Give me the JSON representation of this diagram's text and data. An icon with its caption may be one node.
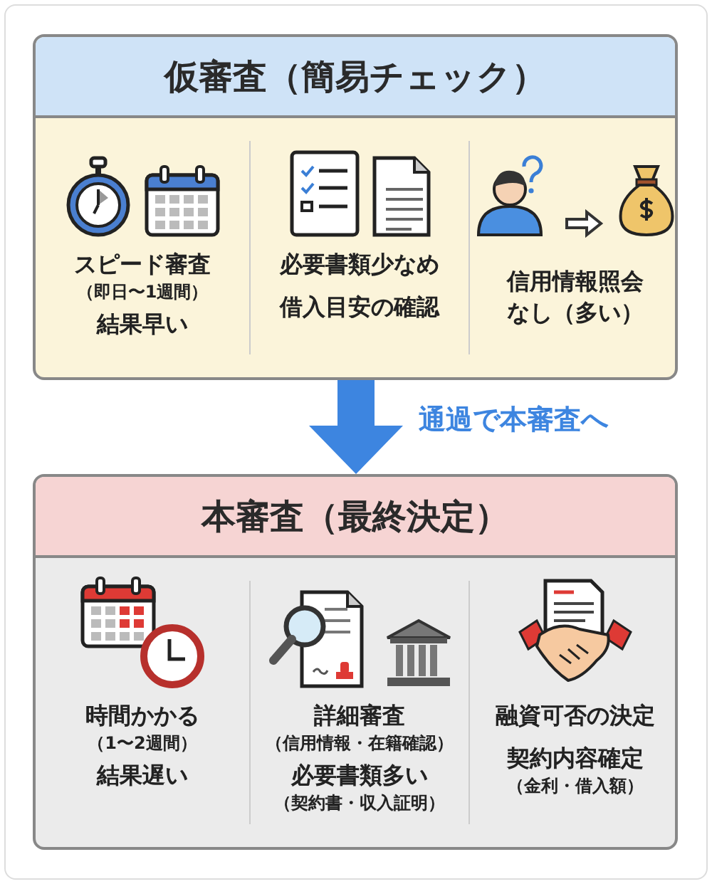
{
  "diagram": {
    "nodes": [
      {
        "text": [
          "仮審査（簡易チェック）"
        ]
      },
      {
        "text": [
          "スピード審査",
          "（即日〜1週間）",
          "結果早い"
        ],
        "in": 0
      },
      {
        "text": [
          "必要書類少なめ",
          "借入目安の確認"
        ],
        "in": 0
      },
      {
        "text": [
          "信用情報照会なし（多い）"
        ],
        "in": 0
      },
      {
        "text": [
          "本審査（最終決定）"
        ]
      },
      {
        "text": [
          "時間かかる",
          "（1〜2週間）",
          "結果遅い"
        ],
        "in": 4
      },
      {
        "text": [
          "詳細審査",
          "（信用情報・在籍確認）",
          "必要書類多い",
          "（契約書・収入証明）"
        ],
        "in": 4
      },
      {
        "text": [
          "融資可否の決定",
          "契約内容確定",
          "（金利・借入額）"
        ],
        "in": 4
      }
    ],
    "edges": [
      {
        "from": 0,
        "to": 4,
        "arrow": "to",
        "label": "通過で本審査へ",
        "style": "thick",
        "color": "#3d85e0"
      }
    ]
  }
}
